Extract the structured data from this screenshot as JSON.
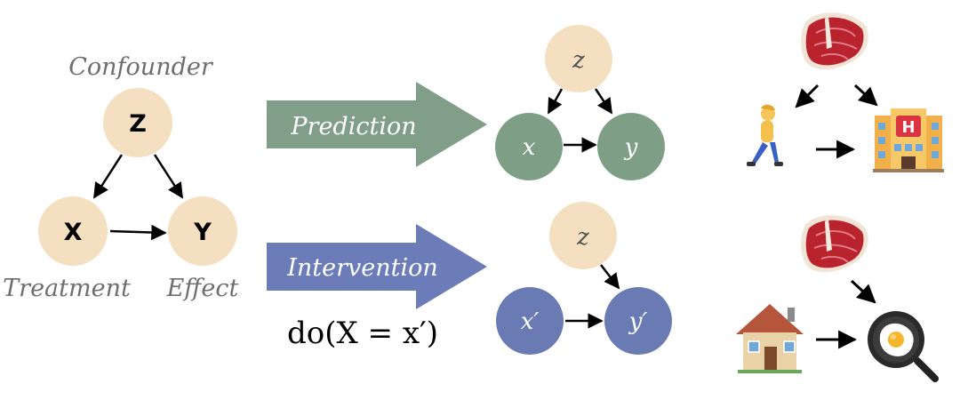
{
  "colors": {
    "node_beige": "#F4DFC0",
    "node_green": "#7E9F86",
    "node_blue": "#6A7BB4",
    "arrow_green": "#809E88",
    "arrow_blue": "#6B7CB8",
    "label_gray": "#6e6e6e",
    "edge": "#000000"
  },
  "causal_graph": {
    "confounder_label": "Confounder",
    "treatment_label": "Treatment",
    "effect_label": "Effect",
    "z": "Z",
    "x": "X",
    "y": "Y"
  },
  "prediction": {
    "arrow_label": "Prediction",
    "z": "z",
    "x": "x",
    "y": "y"
  },
  "intervention": {
    "arrow_label": "Intervention",
    "do_expression": "do(X = x′)",
    "z": "z",
    "x": "x′",
    "y": "y′"
  },
  "examples": {
    "top": {
      "confounder_icon": "steak-icon",
      "treatment_icon": "person-walking-icon",
      "effect_icon": "hospital-icon"
    },
    "bottom": {
      "confounder_icon": "steak-icon",
      "treatment_icon": "house-icon",
      "effect_icon": "fried-egg-pan-icon"
    }
  }
}
